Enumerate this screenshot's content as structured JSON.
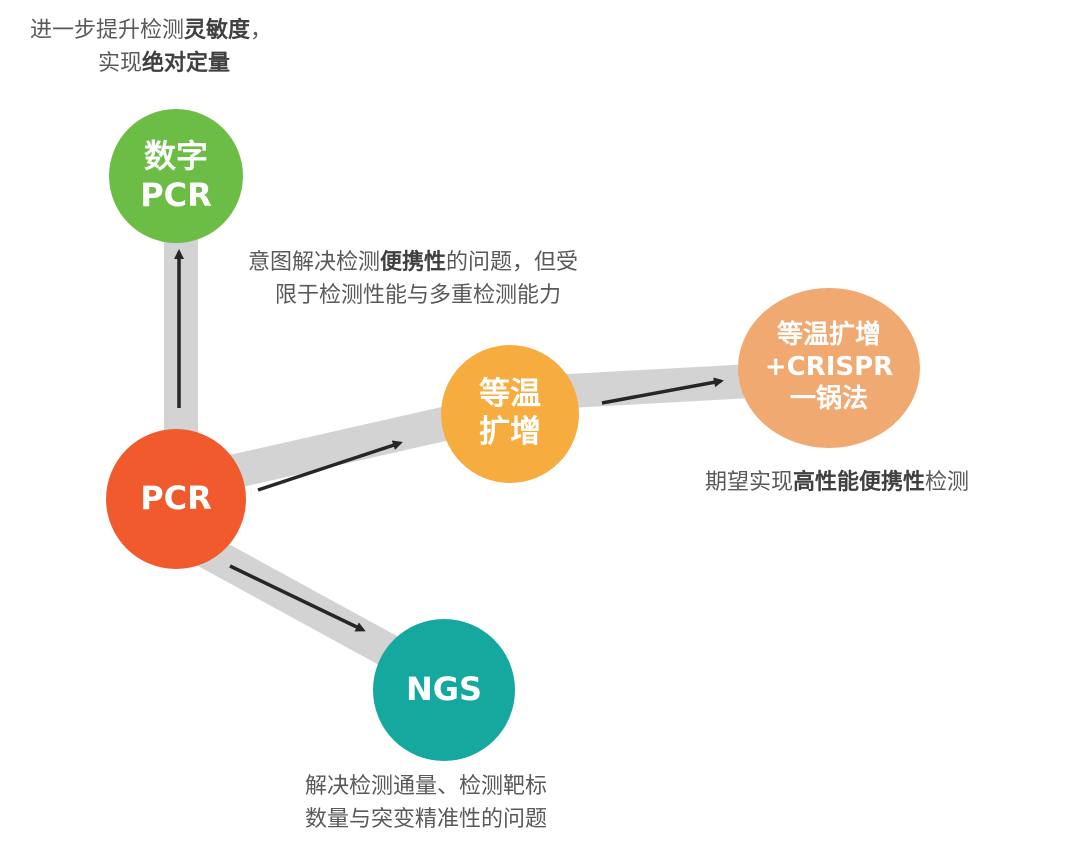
{
  "colors": {
    "pcr": "#f05a2c",
    "digital_pcr": "#6cbd45",
    "isothermal": "#f7ac3f",
    "crispr": "#f1a972",
    "ngs": "#14a89e",
    "connector": "#d3d3d3",
    "arrow": "#262626"
  },
  "nodes": {
    "pcr": {
      "lines": [
        "PCR"
      ]
    },
    "digital_pcr": {
      "lines": [
        "数字",
        "PCR"
      ]
    },
    "isothermal": {
      "lines": [
        "等温",
        "扩增"
      ]
    },
    "crispr": {
      "lines": [
        "等温扩增",
        "+CRISPR",
        "一锅法"
      ]
    },
    "ngs": {
      "lines": [
        "NGS"
      ]
    }
  },
  "captions": {
    "digital_pcr": {
      "line1_a": "进一步提升检测",
      "line1_bold": "灵敏度",
      "line1_b": "，",
      "line2_a": "实现",
      "line2_bold": "绝对定量"
    },
    "isothermal": {
      "line1_a": "意图解决检测",
      "line1_bold": "便携性",
      "line1_b": "的问题，但受",
      "line2": "限于检测性能与多重检测能力"
    },
    "crispr": {
      "a": "期望实现",
      "bold": "高性能便携性",
      "b": "检测"
    },
    "ngs": {
      "line1": "解决检测通量、检测靶标",
      "line2": "数量与突变精准性的问题"
    }
  }
}
